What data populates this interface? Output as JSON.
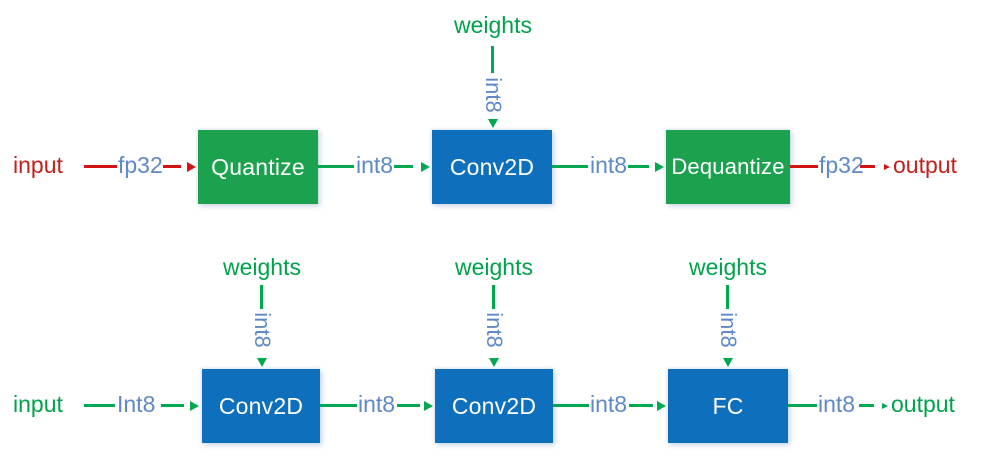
{
  "colors": {
    "box_green": "#1CA24F",
    "box_blue": "#0E70BD",
    "line_green": "#00A94F",
    "line_red": "#D41414",
    "label_blue": "#5E89C6",
    "text_red": "#C3201C",
    "text_green": "#00A24C"
  },
  "diagram": {
    "top_row": {
      "input": "input",
      "input_dtype": "fp32",
      "node1": "Quantize",
      "edge1_dtype": "int8",
      "node2": "Conv2D",
      "edge2_dtype": "int8",
      "node3": "Dequantize",
      "output_dtype": "fp32",
      "output": "output",
      "weights": {
        "label": "weights",
        "dtype": "int8"
      }
    },
    "bottom_row": {
      "input": "input",
      "input_dtype": "Int8",
      "node1": "Conv2D",
      "edge1_dtype": "int8",
      "node2": "Conv2D",
      "edge2_dtype": "int8",
      "node3": "FC",
      "output_dtype": "int8",
      "output": "output",
      "weights1": {
        "label": "weights",
        "dtype": "int8"
      },
      "weights2": {
        "label": "weights",
        "dtype": "int8"
      },
      "weights3": {
        "label": "weights",
        "dtype": "int8"
      }
    }
  }
}
